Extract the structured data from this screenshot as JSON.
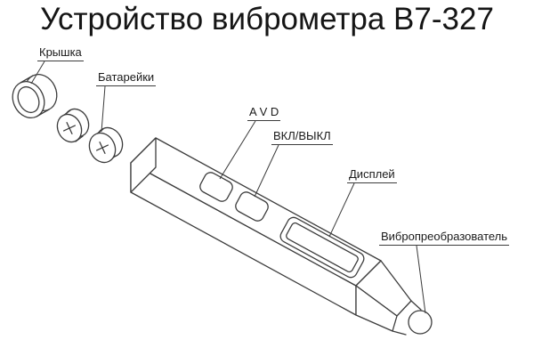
{
  "title": "Устройство виброметра В7-327",
  "labels": {
    "cap": "Крышка",
    "batteries": "Батарейки",
    "avd": "A V D",
    "power": "ВКЛ/ВЫКЛ",
    "display": "Дисплей",
    "transducer": "Вибропреобразователь"
  },
  "colors": {
    "ink": "#3c3c3c",
    "text": "#1a1a1a",
    "background": "#ffffff"
  }
}
